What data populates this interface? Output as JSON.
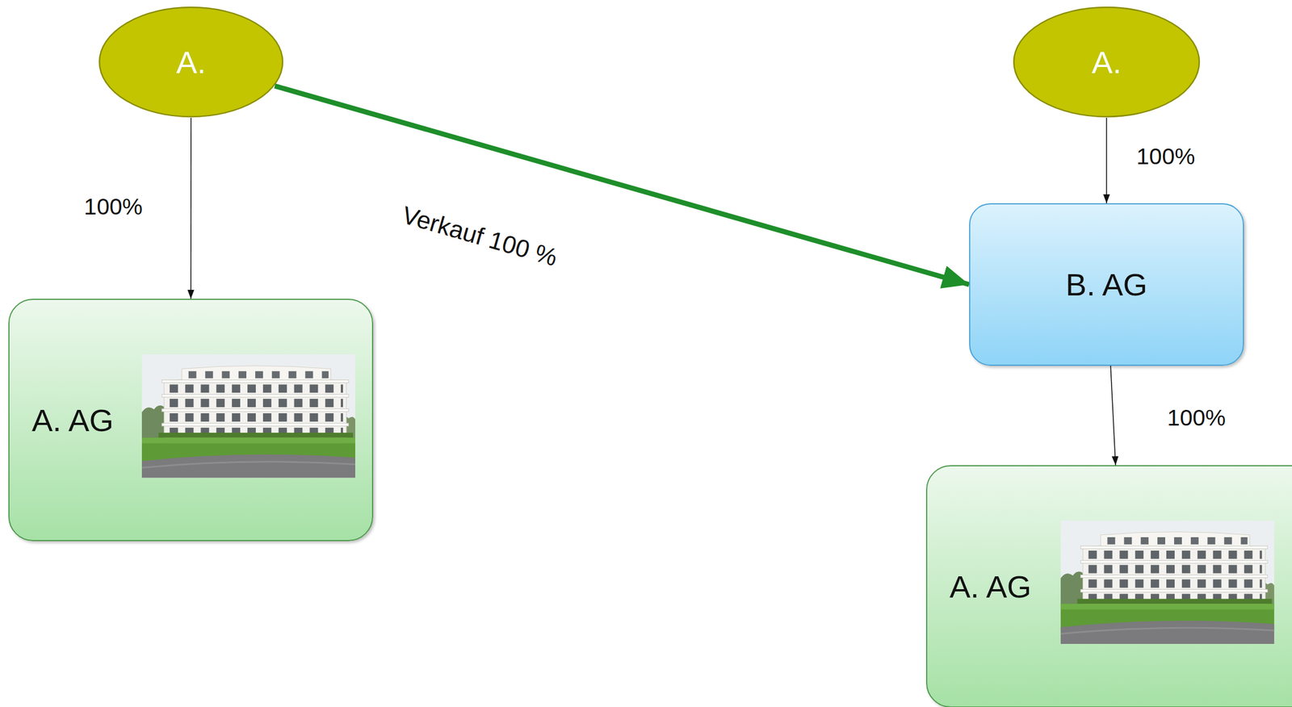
{
  "diagram": {
    "nodes": [
      {
        "text": [
          "A."
        ]
      },
      {
        "text": [
          "A. AG"
        ]
      },
      {
        "text": [
          "A."
        ]
      },
      {
        "text": [
          "B. AG"
        ]
      },
      {
        "text": [
          "A. AG"
        ]
      }
    ],
    "edges": [
      {
        "from": 0,
        "to": 1,
        "arrow": "to",
        "label": "100%"
      },
      {
        "from": 0,
        "to": 3,
        "arrow": "to",
        "label": "Verkauf 100 %"
      },
      {
        "from": 2,
        "to": 3,
        "arrow": "to",
        "label": "100%"
      },
      {
        "from": 3,
        "to": 4,
        "arrow": "to",
        "label": "100%"
      }
    ]
  }
}
